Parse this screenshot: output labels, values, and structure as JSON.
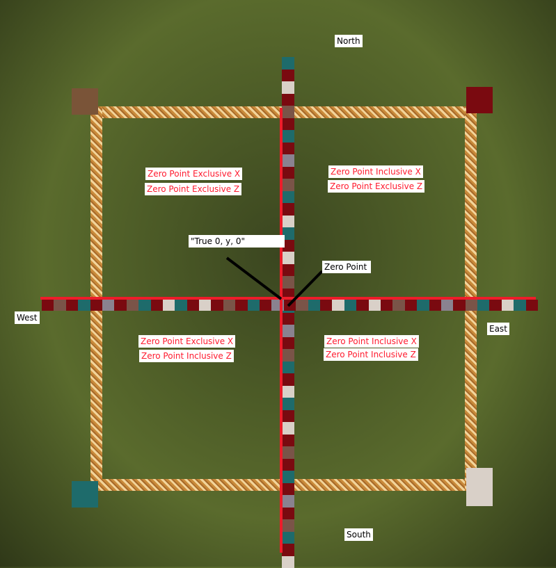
{
  "directions": {
    "north": "North",
    "south": "South",
    "east": "East",
    "west": "West"
  },
  "quadrants": {
    "nw": {
      "x": "Zero Point Exclusive X",
      "z": "Zero Point Exclusive Z"
    },
    "ne": {
      "x": "Zero Point Inclusive X",
      "z": "Zero Point Exclusive Z"
    },
    "sw": {
      "x": "Zero Point Exclusive X",
      "z": "Zero Point Inclusive Z"
    },
    "se": {
      "x": "Zero Point Inclusive X",
      "z": "Zero Point Inclusive Z"
    }
  },
  "annotations": {
    "true_origin": "\"True 0, y, 0\"",
    "zero_point": "Zero Point"
  },
  "colors": {
    "axis_line": "#ee1c2a",
    "label_text": "#ff1a2e",
    "netherrack": "#7a0a10",
    "quartz": "#d9d0c8",
    "prismarine": "#1e6b6b",
    "granite": "#7a5448",
    "stone": "#8a8290",
    "corner_nw": "#7a5438",
    "corner_ne": "#7a0a10",
    "corner_sw": "#1e6b6b",
    "corner_se": "#d9d0c8"
  }
}
